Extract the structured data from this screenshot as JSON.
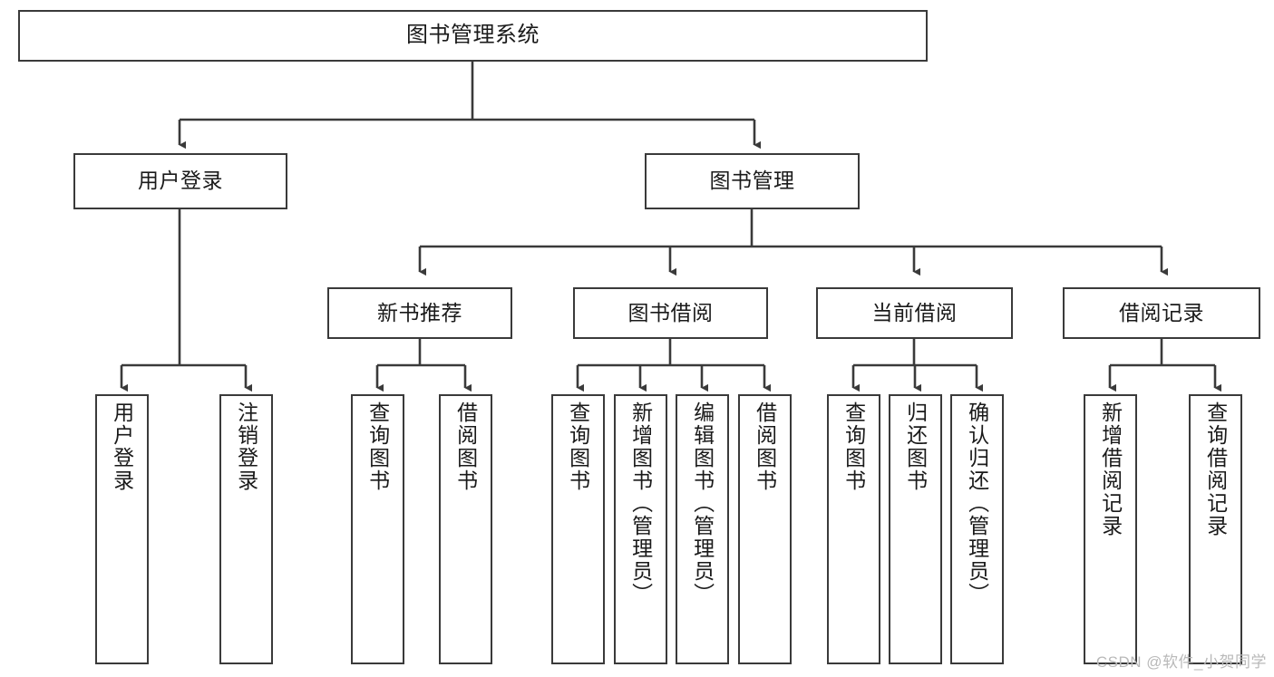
{
  "diagram": {
    "title": "图书管理系统",
    "watermark": "CSDN @软件_小贺同学",
    "line_color": "#3a3a3a",
    "box_fill": "#ffffff",
    "text_color": "#1a1a1a",
    "watermark_color": "#b9b9b9",
    "levels": {
      "level1": [
        {
          "id": "root",
          "label": "图书管理系统"
        }
      ],
      "level2": [
        {
          "id": "user-login",
          "label": "用户登录"
        },
        {
          "id": "book-manage",
          "label": "图书管理"
        }
      ],
      "level3": [
        {
          "id": "new-book-recommend",
          "label": "新书推荐"
        },
        {
          "id": "book-borrow",
          "label": "图书借阅"
        },
        {
          "id": "current-borrow",
          "label": "当前借阅"
        },
        {
          "id": "borrow-record",
          "label": "借阅记录"
        }
      ],
      "level4": [
        {
          "id": "leaf-user-login",
          "label": "用户登录",
          "parent": "user-login"
        },
        {
          "id": "leaf-logout-login",
          "label": "注销登录",
          "parent": "user-login"
        },
        {
          "id": "leaf-query-book-1",
          "label": "查询图书",
          "parent": "new-book-recommend"
        },
        {
          "id": "leaf-borrow-book-1",
          "label": "借阅图书",
          "parent": "new-book-recommend"
        },
        {
          "id": "leaf-query-book-2",
          "label": "查询图书",
          "parent": "book-borrow"
        },
        {
          "id": "leaf-add-book",
          "label": "新增图书（管理员）",
          "parent": "book-borrow"
        },
        {
          "id": "leaf-edit-book",
          "label": "编辑图书（管理员）",
          "parent": "book-borrow"
        },
        {
          "id": "leaf-borrow-book-2",
          "label": "借阅图书",
          "parent": "book-borrow"
        },
        {
          "id": "leaf-query-book-3",
          "label": "查询图书",
          "parent": "current-borrow"
        },
        {
          "id": "leaf-return-book",
          "label": "归还图书",
          "parent": "current-borrow"
        },
        {
          "id": "leaf-confirm-return",
          "label": "确认归还（管理员）",
          "parent": "current-borrow"
        },
        {
          "id": "leaf-add-record",
          "label": "新增借阅记录",
          "parent": "borrow-record"
        },
        {
          "id": "leaf-query-record",
          "label": "查询借阅记录",
          "parent": "borrow-record"
        }
      ]
    }
  }
}
